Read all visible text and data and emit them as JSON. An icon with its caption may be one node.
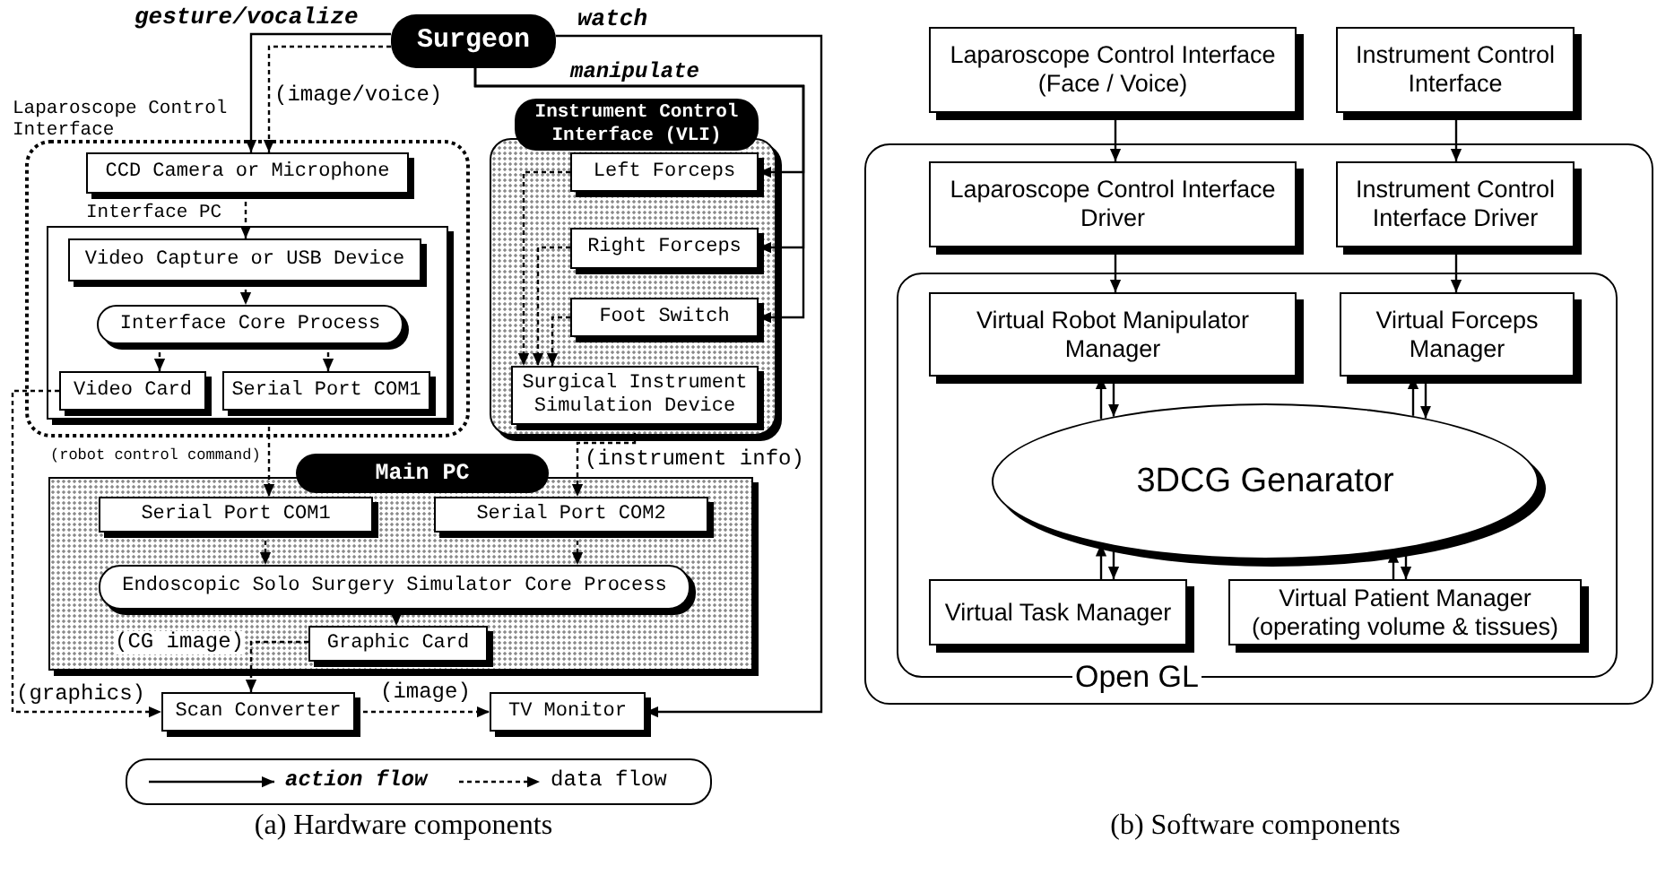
{
  "diagram": {
    "nodes": [
      {
        "text": [
          "Surgeon"
        ]
      },
      {
        "text": [
          "Laparoscope Control Interface"
        ]
      },
      {
        "text": [
          "CCD Camera or Microphone"
        ],
        "in": 1
      },
      {
        "text": [
          "Interface PC"
        ],
        "in": 1
      },
      {
        "text": [
          "Video Capture or USB Device"
        ],
        "in": 3
      },
      {
        "text": [
          "Interface Core Process"
        ],
        "in": 3
      },
      {
        "text": [
          "Video Card"
        ],
        "in": 3
      },
      {
        "text": [
          "Serial Port COM1"
        ],
        "in": 3
      },
      {
        "text": [
          "Instrument Control Interface (VLI)"
        ]
      },
      {
        "text": [
          "Left Forceps"
        ],
        "in": 8
      },
      {
        "text": [
          "Right Forceps"
        ],
        "in": 8
      },
      {
        "text": [
          "Foot Switch"
        ],
        "in": 8
      },
      {
        "text": [
          "Surgical Instrument Simulation Device"
        ],
        "in": 8
      },
      {
        "text": [
          "Main PC"
        ]
      },
      {
        "text": [
          "Serial Port COM1"
        ],
        "in": 13
      },
      {
        "text": [
          "Serial Port COM2"
        ],
        "in": 13
      },
      {
        "text": [
          "Endoscopic Solo Surgery Simulator Core Process"
        ],
        "in": 13
      },
      {
        "text": [
          "Graphic Card"
        ],
        "in": 13
      },
      {
        "text": [
          "Scan Converter"
        ]
      },
      {
        "text": [
          "TV Monitor"
        ]
      },
      {
        "text": [
          "Laparoscope Control Interface (Face / Voice)"
        ]
      },
      {
        "text": [
          "Instrument Control Interface"
        ]
      },
      {
        "text": [],
        "shape": "box"
      },
      {
        "text": [
          "Laparoscope Control Interface Driver"
        ],
        "in": 22
      },
      {
        "text": [
          "Instrument Control Interface Driver"
        ],
        "in": 22
      },
      {
        "text": [
          "Open GL"
        ],
        "in": 22
      },
      {
        "text": [
          "Virtual Robot Manipulator Manager"
        ],
        "in": 25
      },
      {
        "text": [
          "Virtual Forceps Manager"
        ],
        "in": 25
      },
      {
        "text": [
          "3DCG Genarator"
        ],
        "in": 25
      },
      {
        "text": [
          "Virtual Task Manager"
        ],
        "in": 25
      },
      {
        "text": [
          "Virtual Patient Manager (operating volume & tissues)"
        ],
        "in": 25
      }
    ],
    "edges": [
      {
        "from": 0,
        "to": 2,
        "arrow": "to",
        "label": "gesture/vocalize"
      },
      {
        "from": 0,
        "to": 2,
        "arrow": "to",
        "label": "(image/voice)",
        "style": "dashed"
      },
      {
        "from": 0,
        "to": 9,
        "arrow": "to",
        "label": "manipulate"
      },
      {
        "from": 0,
        "to": 10,
        "arrow": "to"
      },
      {
        "from": 0,
        "to": 11,
        "arrow": "to"
      },
      {
        "from": 0,
        "to": 19,
        "arrow": "to",
        "label": "watch"
      },
      {
        "from": 2,
        "to": 4,
        "arrow": "to",
        "style": "dashed"
      },
      {
        "from": 4,
        "to": 5,
        "arrow": "to",
        "style": "dashed"
      },
      {
        "from": 5,
        "to": 6,
        "arrow": "to",
        "style": "dashed"
      },
      {
        "from": 5,
        "to": 7,
        "arrow": "to",
        "style": "dashed"
      },
      {
        "from": 6,
        "to": 18,
        "arrow": "to",
        "label": "(graphics)",
        "style": "dashed"
      },
      {
        "from": 7,
        "to": 14,
        "arrow": "to",
        "label": "(robot control command)",
        "style": "dashed"
      },
      {
        "from": 9,
        "to": 12,
        "arrow": "to",
        "style": "dashed"
      },
      {
        "from": 10,
        "to": 12,
        "arrow": "to",
        "style": "dashed"
      },
      {
        "from": 11,
        "to": 12,
        "arrow": "to",
        "style": "dashed"
      },
      {
        "from": 12,
        "to": 15,
        "arrow": "to",
        "label": "(instrument info)",
        "style": "dashed"
      },
      {
        "from": 14,
        "to": 16,
        "arrow": "to",
        "style": "dashed"
      },
      {
        "from": 15,
        "to": 16,
        "arrow": "to",
        "style": "dashed"
      },
      {
        "from": 16,
        "to": 17,
        "arrow": "to",
        "style": "dashed"
      },
      {
        "from": 17,
        "to": 18,
        "arrow": "to",
        "label": "(CG image)",
        "style": "dashed"
      },
      {
        "from": 18,
        "to": 19,
        "arrow": "to",
        "label": "(image)",
        "style": "dashed"
      },
      {
        "from": 20,
        "to": 23,
        "arrow": "to"
      },
      {
        "from": 21,
        "to": 24,
        "arrow": "to"
      },
      {
        "from": 23,
        "to": 26,
        "arrow": "to"
      },
      {
        "from": 24,
        "to": 27,
        "arrow": "to"
      },
      {
        "from": 28,
        "to": 26,
        "arrow": "to"
      },
      {
        "from": 26,
        "to": 28,
        "arrow": "to"
      },
      {
        "from": 28,
        "to": 27,
        "arrow": "to"
      },
      {
        "from": 27,
        "to": 28,
        "arrow": "to"
      },
      {
        "from": 29,
        "to": 28,
        "arrow": "to"
      },
      {
        "from": 28,
        "to": 29,
        "arrow": "to"
      },
      {
        "from": 30,
        "to": 28,
        "arrow": "to"
      },
      {
        "from": 28,
        "to": 30,
        "arrow": "to"
      }
    ],
    "labels": [
      "(a) Hardware components",
      "(b) Software components"
    ],
    "legend": [
      {
        "text": "action flow"
      },
      {
        "text": "data flow"
      }
    ]
  }
}
